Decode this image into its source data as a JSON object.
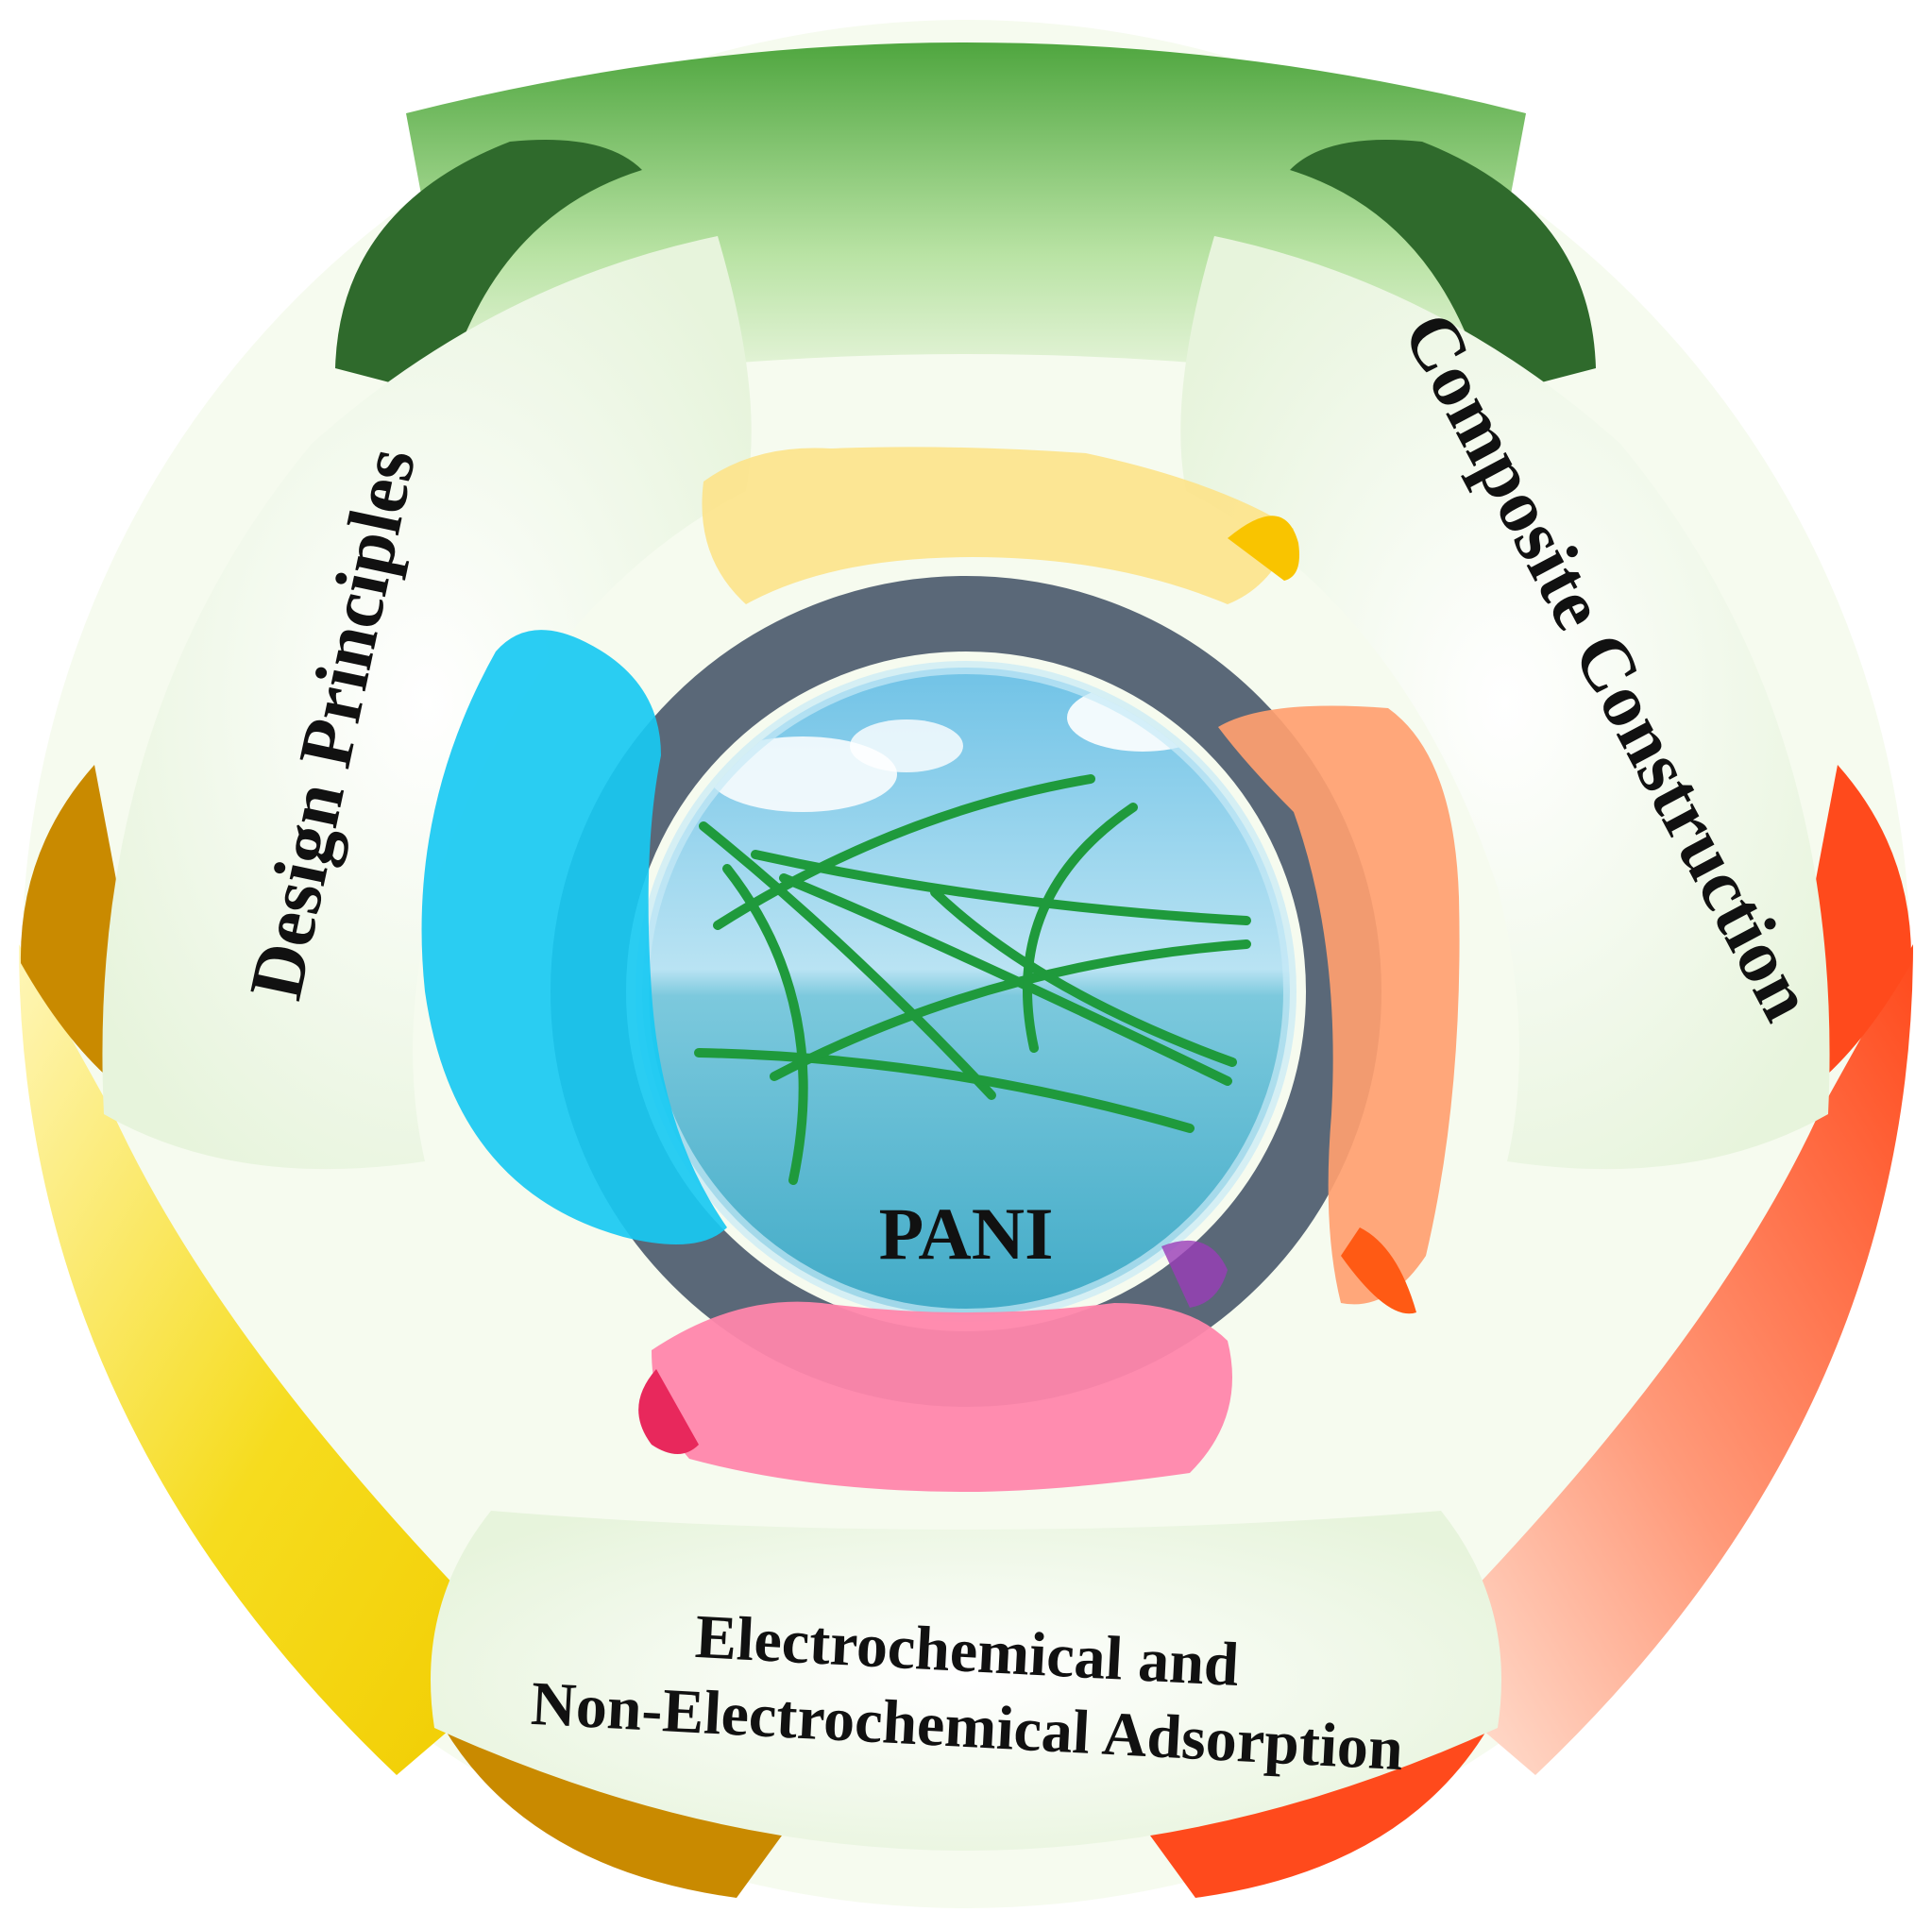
{
  "center": {
    "label": "PANI"
  },
  "sections": {
    "top_right": {
      "label": "Composite Construction"
    },
    "top_left": {
      "label": "Design Principles"
    },
    "bottom": {
      "line1": "Electrochemical and",
      "line2": "Non-Electrochemical Adsorption"
    }
  },
  "colors": {
    "ring_green": "#5fae4e",
    "ring_green_dark": "#2f6a2c",
    "ring_yellow": "#f4d400",
    "ring_amber": "#c98a00",
    "ring_red": "#ff4a1c",
    "panel_fill": "#eef7e6",
    "band_gray": "#5a6878",
    "tab_yellow": "#fde38a",
    "tab_orange": "#ff9f70",
    "tab_cyan": "#18c9f2",
    "tab_pink": "#ff86ab",
    "fiber_green": "#1f9a3c",
    "sky": "#8fd2ec",
    "sea": "#4fb7cf"
  }
}
